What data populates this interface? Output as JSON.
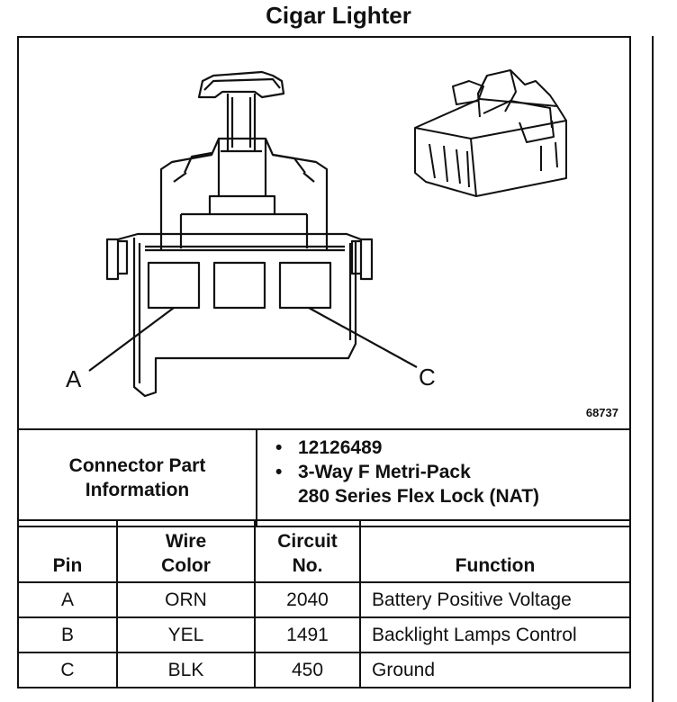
{
  "title": "Cigar Lighter",
  "figure_number": "68737",
  "callouts": {
    "a": "A",
    "c": "C"
  },
  "connector_info": {
    "label_line1": "Connector Part",
    "label_line2": "Information",
    "part_number": "12126489",
    "description_line1": "3-Way F Metri-Pack",
    "description_line2": "280 Series Flex Lock (NAT)",
    "bullet": "•"
  },
  "pin_table": {
    "headers": {
      "pin": "Pin",
      "wire_color_line1": "Wire",
      "wire_color_line2": "Color",
      "circuit_line1": "Circuit",
      "circuit_line2": "No.",
      "function": "Function"
    },
    "rows": [
      {
        "pin": "A",
        "color": "ORN",
        "circuit": "2040",
        "function": "Battery Positive Voltage"
      },
      {
        "pin": "B",
        "color": "YEL",
        "circuit": "1491",
        "function": "Backlight Lamps Control"
      },
      {
        "pin": "C",
        "color": "BLK",
        "circuit": "450",
        "function": "Ground"
      }
    ]
  }
}
